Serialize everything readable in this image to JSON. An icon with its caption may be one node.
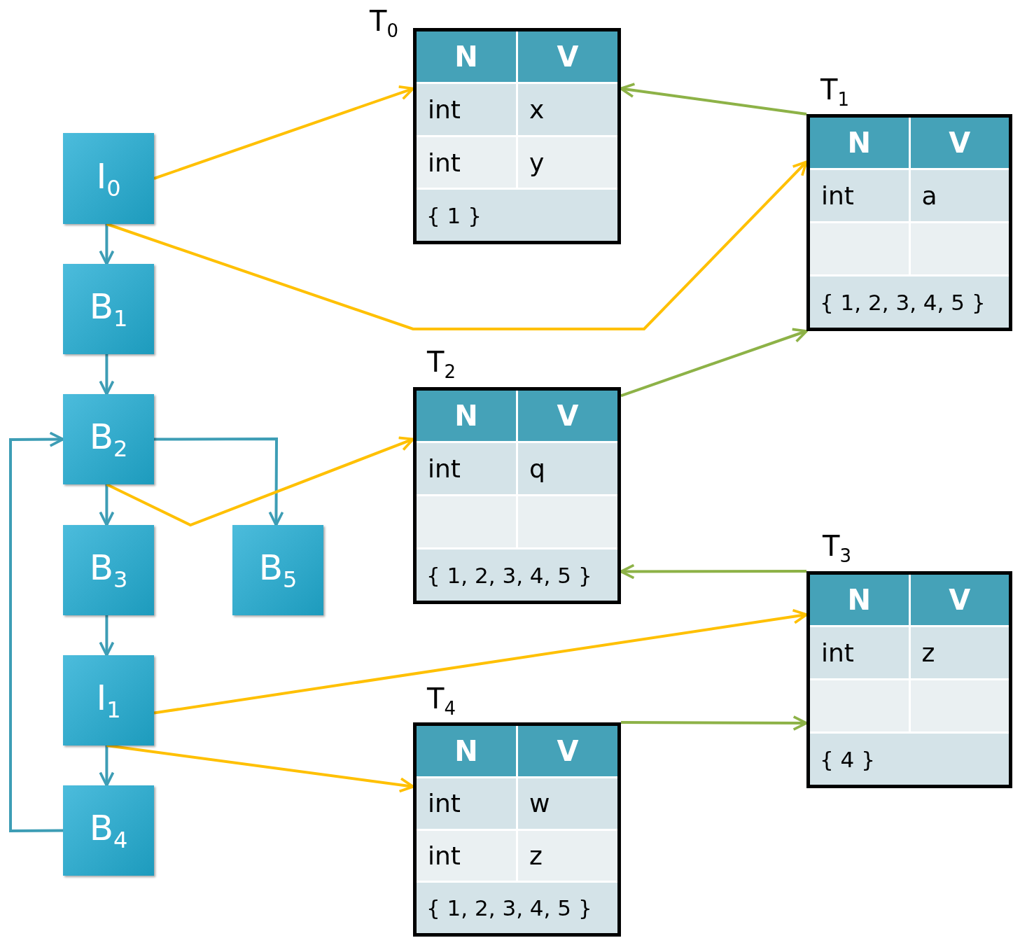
{
  "diagram": {
    "nodes": [
      {
        "text": [
          "I$_{0}$"
        ]
      },
      {
        "text": [
          "B$_{1}$"
        ]
      },
      {
        "text": [
          "B$_{2}$"
        ]
      },
      {
        "text": [
          "B$_{3}$"
        ]
      },
      {
        "text": [
          "B$_{5}$"
        ]
      },
      {
        "text": [
          "I$_{1}$"
        ]
      },
      {
        "text": [
          "B$_{4}$"
        ]
      },
      {
        "text": [
          "T$_{0}$",
          "N",
          "V",
          "int",
          "x",
          "int",
          "y",
          "{ 1 }"
        ]
      },
      {
        "text": [
          "T$_{1}$",
          "N",
          "V",
          "int",
          "a",
          "{ 1, 2, 3, 4, 5 }"
        ]
      },
      {
        "text": [
          "T$_{2}$",
          "N",
          "V",
          "int",
          "q",
          "{ 1, 2, 3, 4, 5 }"
        ]
      },
      {
        "text": [
          "T$_{3}$",
          "N",
          "V",
          "int",
          "z",
          "{ 4 }"
        ]
      },
      {
        "text": [
          "T$_{4}$",
          "N",
          "V",
          "int",
          "w",
          "int",
          "z",
          "{ 1, 2, 3, 4, 5 }"
        ]
      }
    ],
    "edges": [
      {
        "from": 0,
        "to": 1,
        "arrow": "to"
      },
      {
        "from": 1,
        "to": 2,
        "arrow": "to"
      },
      {
        "from": 2,
        "to": 3,
        "arrow": "to"
      },
      {
        "from": 2,
        "to": 4,
        "arrow": "to"
      },
      {
        "from": 3,
        "to": 5,
        "arrow": "to"
      },
      {
        "from": 5,
        "to": 6,
        "arrow": "to"
      },
      {
        "from": 6,
        "to": 2,
        "arrow": "to"
      },
      {
        "from": 0,
        "to": 7,
        "arrow": "to",
        "color": "#ffc000"
      },
      {
        "from": 0,
        "to": 8,
        "arrow": "to",
        "color": "#ffc000"
      },
      {
        "from": 2,
        "to": 9,
        "arrow": "to",
        "color": "#ffc000"
      },
      {
        "from": 5,
        "to": 10,
        "arrow": "to",
        "color": "#ffc000"
      },
      {
        "from": 5,
        "to": 11,
        "arrow": "to",
        "color": "#ffc000"
      },
      {
        "from": 8,
        "to": 7,
        "arrow": "to",
        "color": "#8db247"
      },
      {
        "from": 9,
        "to": 8,
        "arrow": "to",
        "color": "#8db247"
      },
      {
        "from": 10,
        "to": 9,
        "arrow": "to",
        "color": "#8db247"
      },
      {
        "from": 11,
        "to": 10,
        "arrow": "to",
        "color": "#8db247"
      }
    ]
  }
}
